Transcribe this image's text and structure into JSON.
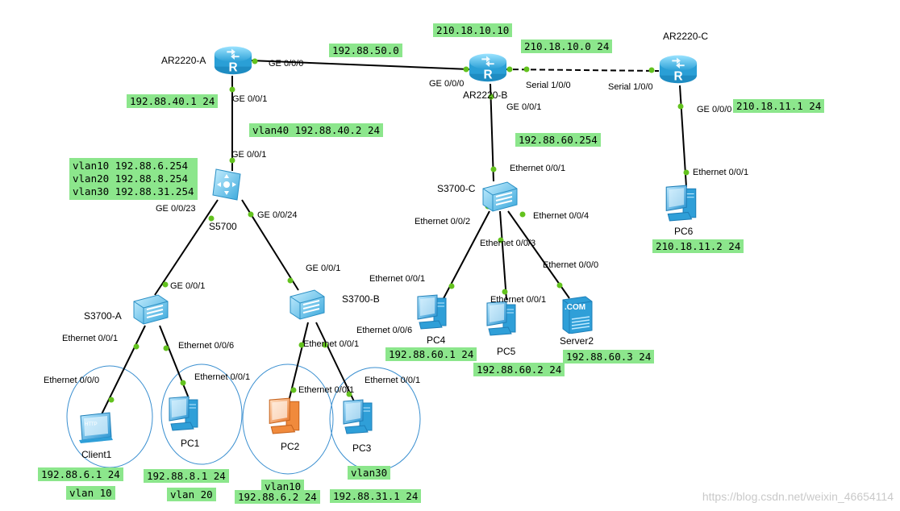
{
  "devices": {
    "ar_a": "AR2220-A",
    "ar_b": "AR2220-B",
    "ar_c": "AR2220-C",
    "s5700": "S5700",
    "s3700_a": "S3700-A",
    "s3700_b": "S3700-B",
    "s3700_c": "S3700-C",
    "client1": "Client1",
    "pc1": "PC1",
    "pc2": "PC2",
    "pc3": "PC3",
    "pc4": "PC4",
    "pc5": "PC5",
    "pc6": "PC6",
    "server2": "Server2"
  },
  "icon_text": {
    "client": "HTTP",
    "server": ".COM"
  },
  "interfaces": {
    "ar_a_ge000": "GE 0/0/0",
    "ar_a_ge001": "GE 0/0/1",
    "ar_b_ge000": "GE 0/0/0",
    "ar_b_s100": "Serial 1/0/0",
    "ar_b_ge001": "GE 0/0/1",
    "ar_c_s100": "Serial 1/0/0",
    "ar_c_ge000": "GE 0/0/0",
    "s5700_ge001": "GE 0/0/1",
    "s5700_ge023": "GE 0/0/23",
    "s5700_ge024": "GE 0/0/24",
    "s3700a_ge001": "GE 0/0/1",
    "s3700a_e001": "Ethernet 0/0/1",
    "s3700a_e006": "Ethernet 0/0/6",
    "s3700b_ge001": "GE 0/0/1",
    "s3700b_e006": "Ethernet 0/0/6",
    "s3700b_e001": "Ethernet 0/0/1",
    "client1_e000": "Ethernet 0/0/0",
    "pc1_e001": "Ethernet 0/0/1",
    "pc2_e001": "Ethernet 0/0/1",
    "pc3_e001": "Ethernet 0/0/1",
    "s3700c_e001": "Ethernet 0/0/1",
    "s3700c_e002": "Ethernet 0/0/2",
    "s3700c_e003": "Ethernet 0/0/3",
    "s3700c_e004": "Ethernet 0/0/4",
    "pc4_e001": "Ethernet 0/0/1",
    "pc5_e001": "Ethernet 0/0/1",
    "server2_e000": "Ethernet 0/0/0",
    "pc6_e001": "Ethernet 0/0/1"
  },
  "addresses": {
    "link_ab": "192.88.50.0",
    "ar_b_ip": "210.18.10.10",
    "link_bc": "210.18.10.0 24",
    "ar_a_lan": "192.88.40.1 24",
    "vlan40": "vlan40 192.88.40.2 24",
    "vlan10_gw": "vlan10 192.88.6.254",
    "vlan20_gw": "vlan20 192.88.8.254",
    "vlan30_gw": "vlan30 192.88.31.254",
    "ar_b_lan": "192.88.60.254",
    "ar_c_lan": "210.18.11.1 24",
    "pc6_ip": "210.18.11.2 24",
    "pc4_ip": "192.88.60.1 24",
    "pc5_ip": "192.88.60.2 24",
    "server2_ip": "192.88.60.3 24",
    "client1_ip": "192.88.6.1 24",
    "client1_vlan": "vlan 10",
    "pc1_ip": "192.88.8.1 24",
    "pc1_vlan": "vlan 20",
    "pc2_vlan": "vlan10",
    "pc2_ip": "192.88.6.2 24",
    "pc3_vlan": "vlan30",
    "pc3_ip": "192.88.31.1 24"
  },
  "watermark": "https://blog.csdn.net/weixin_46654114",
  "colors": {
    "label_bg": "#8ce68c",
    "port_dot": "#63c21e",
    "router": "#3cb0de",
    "switch": "#5ab8e0",
    "pc": "#2f9fd8",
    "pc_highlight": "#f08a3c",
    "vlan_circle": "#3a8fd0"
  }
}
